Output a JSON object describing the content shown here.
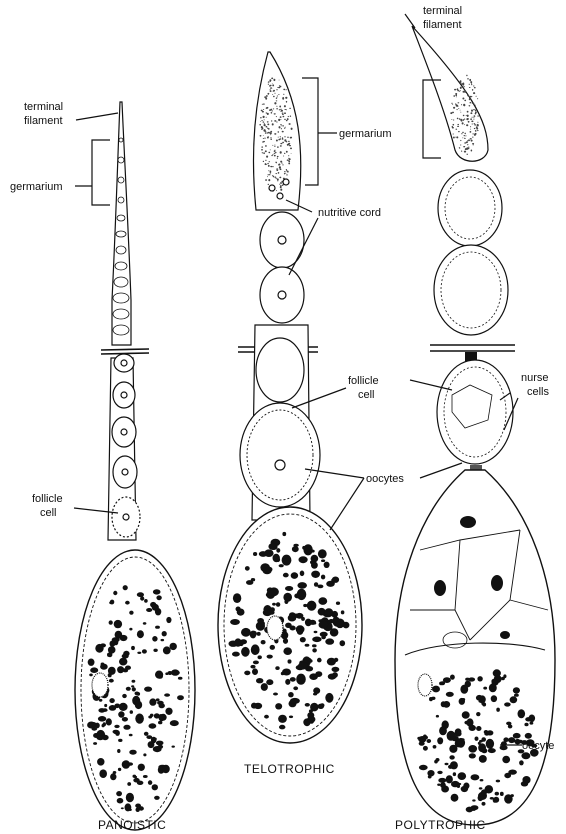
{
  "labels": {
    "terminal_filament_1": "terminal",
    "terminal_filament_2": "filament",
    "germarium": "germarium",
    "follicle_cell_1": "follicle",
    "follicle_cell_2": "cell",
    "nutritive_cord": "nutritive cord",
    "oocytes": "oocytes",
    "nurse_cells_1": "nurse",
    "nurse_cells_2": "cells",
    "oocyte": "oocyte"
  },
  "captions": {
    "panoistic": "PANOISTIC",
    "telotrophic": "TELOTROPHIC",
    "polytrophic": "POLYTROPHIC"
  },
  "colors": {
    "ink": "#111111",
    "paper": "#ffffff",
    "stipple": "#444444"
  }
}
